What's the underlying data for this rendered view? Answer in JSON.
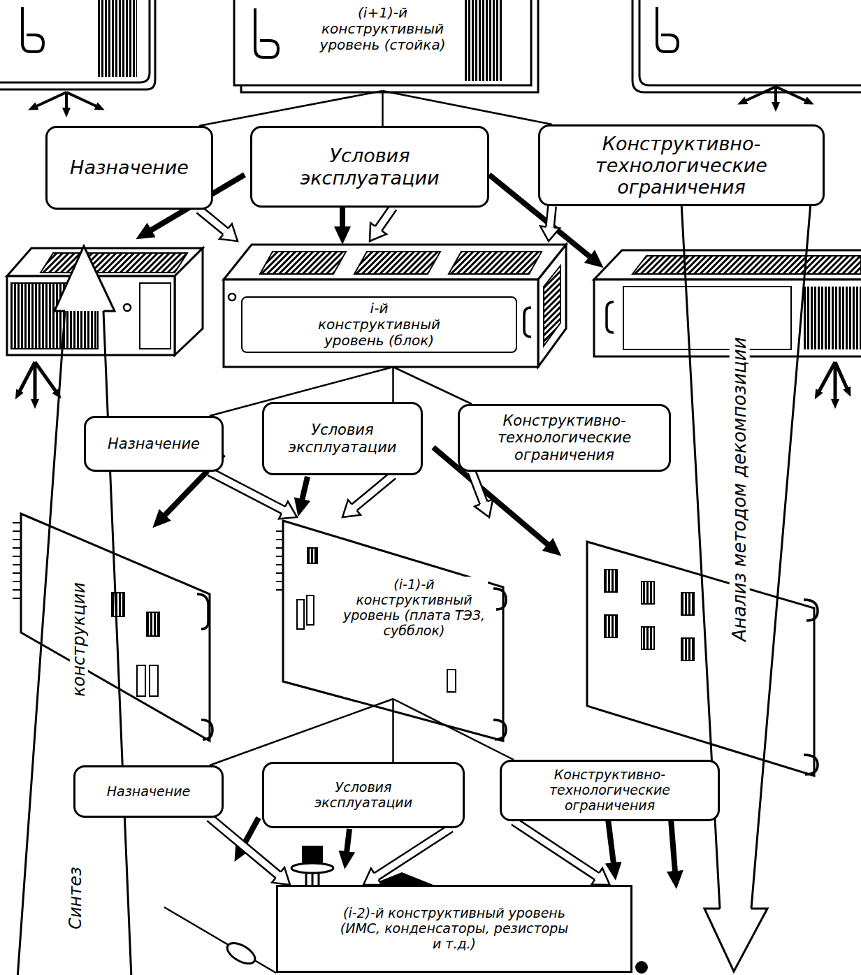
{
  "diagram": {
    "nodes": [
      {
        "text": [
          "(i+1)-й конструктивный уровень (стойка)"
        ]
      },
      {
        "text": [
          "Назначение"
        ]
      },
      {
        "text": [
          "Условия эксплуатации"
        ]
      },
      {
        "text": [
          "Конструктивно-технологические ограничения"
        ]
      },
      {
        "text": [
          "i-й конструктивный уровень (блок)"
        ]
      },
      {
        "text": [
          "Назначение"
        ]
      },
      {
        "text": [
          "Условия эксплуатации"
        ]
      },
      {
        "text": [
          "Конструктивно-технологические ограничения"
        ]
      },
      {
        "text": [
          "(i-1)-й конструктивный уровень (плата ТЭЗ, субблок)"
        ]
      },
      {
        "text": [
          "Назначение"
        ]
      },
      {
        "text": [
          "Условия эксплуатации"
        ]
      },
      {
        "text": [
          "Конструктивно-технологические ограничения"
        ]
      },
      {
        "text": [
          "(i-2)-й конструктивный уровень (ИМС, конденсаторы, резисторы и т.д.)"
        ]
      }
    ],
    "edges": [
      {
        "from": 0,
        "to": 1,
        "arrow": "none"
      },
      {
        "from": 0,
        "to": 2,
        "arrow": "none"
      },
      {
        "from": 0,
        "to": 3,
        "arrow": "none"
      },
      {
        "from": 1,
        "to": 4,
        "arrow": "to"
      },
      {
        "from": 2,
        "to": 4,
        "arrow": "to"
      },
      {
        "from": 3,
        "to": 4,
        "arrow": "to"
      },
      {
        "from": 4,
        "to": 5,
        "arrow": "none"
      },
      {
        "from": 4,
        "to": 6,
        "arrow": "none"
      },
      {
        "from": 4,
        "to": 7,
        "arrow": "none"
      },
      {
        "from": 5,
        "to": 8,
        "arrow": "to"
      },
      {
        "from": 6,
        "to": 8,
        "arrow": "to"
      },
      {
        "from": 7,
        "to": 8,
        "arrow": "to"
      },
      {
        "from": 8,
        "to": 9,
        "arrow": "none"
      },
      {
        "from": 8,
        "to": 10,
        "arrow": "none"
      },
      {
        "from": 8,
        "to": 11,
        "arrow": "none"
      },
      {
        "from": 9,
        "to": 12,
        "arrow": "to"
      },
      {
        "from": 10,
        "to": 12,
        "arrow": "to"
      },
      {
        "from": 11,
        "to": 12,
        "arrow": "to"
      }
    ],
    "labels": [
      "Синтез",
      "конструкции",
      "Анализ методом декомпозиции"
    ]
  }
}
